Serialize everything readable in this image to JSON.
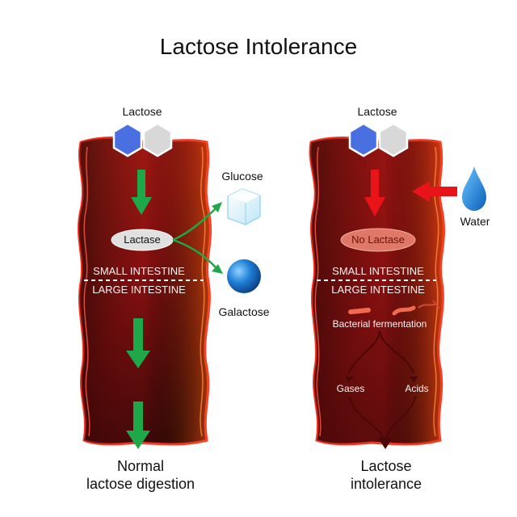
{
  "title": "Lactose Intolerance",
  "left": {
    "lactose_label": "Lactose",
    "enzyme_label": "Lactase",
    "glucose_label": "Glucose",
    "galactose_label": "Galactose",
    "small_intestine": "SMALL INTESTINE",
    "large_intestine": "LARGE INTESTINE",
    "caption_line1": "Normal",
    "caption_line2": "lactose digestion"
  },
  "right": {
    "lactose_label": "Lactose",
    "enzyme_label": "No Lactase",
    "water_label": "Water",
    "small_intestine": "SMALL INTESTINE",
    "large_intestine": "LARGE INTESTINE",
    "fermentation_label": "Bacterial fermentation",
    "gases_label": "Gases",
    "acids_label": "Acids",
    "caption_line1": "Lactose",
    "caption_line2": "intolerance"
  },
  "colors": {
    "intestine_red": "#d8321c",
    "intestine_dark": "#2a0606",
    "intestine_orange": "#f24a10",
    "arrow_green": "#1fa84a",
    "arrow_red": "#e8141a",
    "hexagon_blue": "#4a6fe0",
    "hexagon_grey": "#d8d8d8",
    "galactose_blue": "#1f7ed6",
    "water_blue": "#1d8fe0",
    "fermentation_arrow": "#4a0808"
  }
}
